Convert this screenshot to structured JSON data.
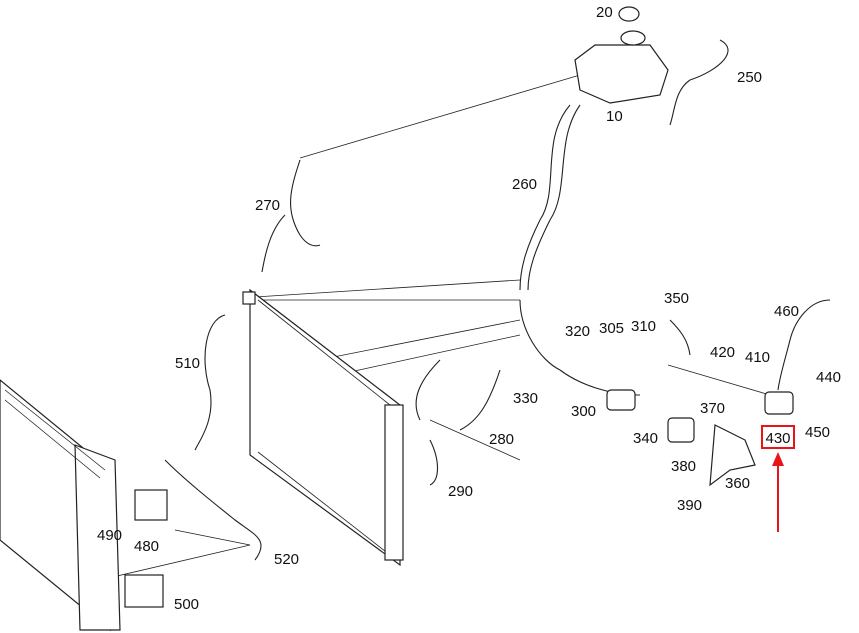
{
  "diagram": {
    "part_labels": [
      "20",
      "250",
      "10",
      "260",
      "270",
      "350",
      "460",
      "320",
      "305",
      "310",
      "420",
      "410",
      "440",
      "330",
      "300",
      "370",
      "340",
      "450",
      "510",
      "280",
      "380",
      "360",
      "290",
      "390",
      "490",
      "480",
      "520",
      "500"
    ],
    "highlighted_label": "430",
    "highlight_color": "#e8141a",
    "arrow_color": "#e8141a"
  }
}
